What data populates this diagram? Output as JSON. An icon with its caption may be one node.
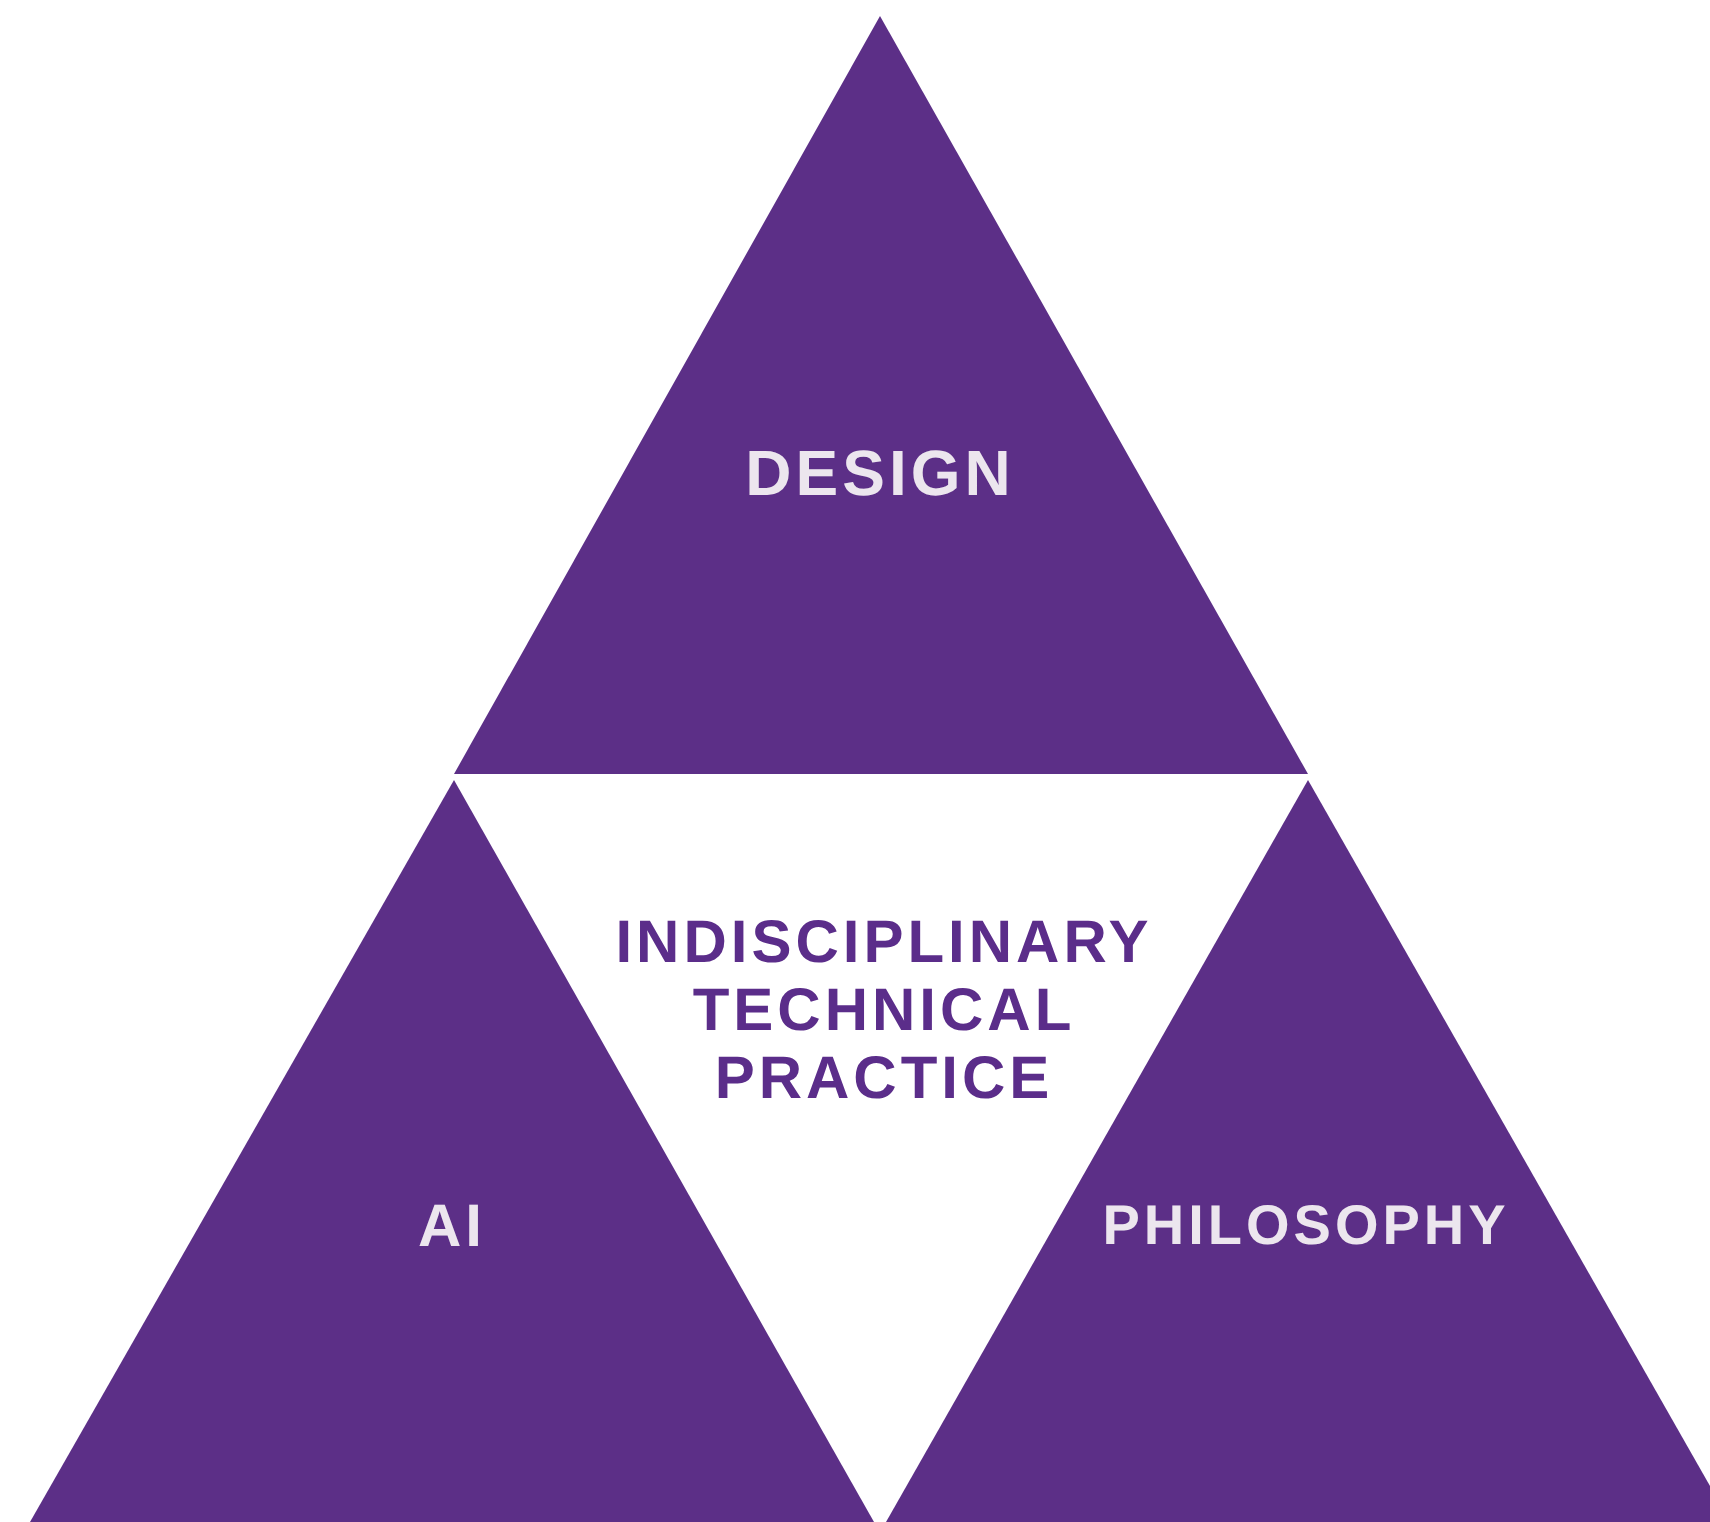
{
  "diagram": {
    "nodes": [
      {
        "text": [
          "DESIGN"
        ]
      },
      {
        "text": [
          "INDISCIPLINARY TECHNICAL PRACTICE"
        ]
      },
      {
        "text": [
          "AI"
        ]
      },
      {
        "text": [
          "PHILOSOPHY"
        ]
      }
    ]
  }
}
